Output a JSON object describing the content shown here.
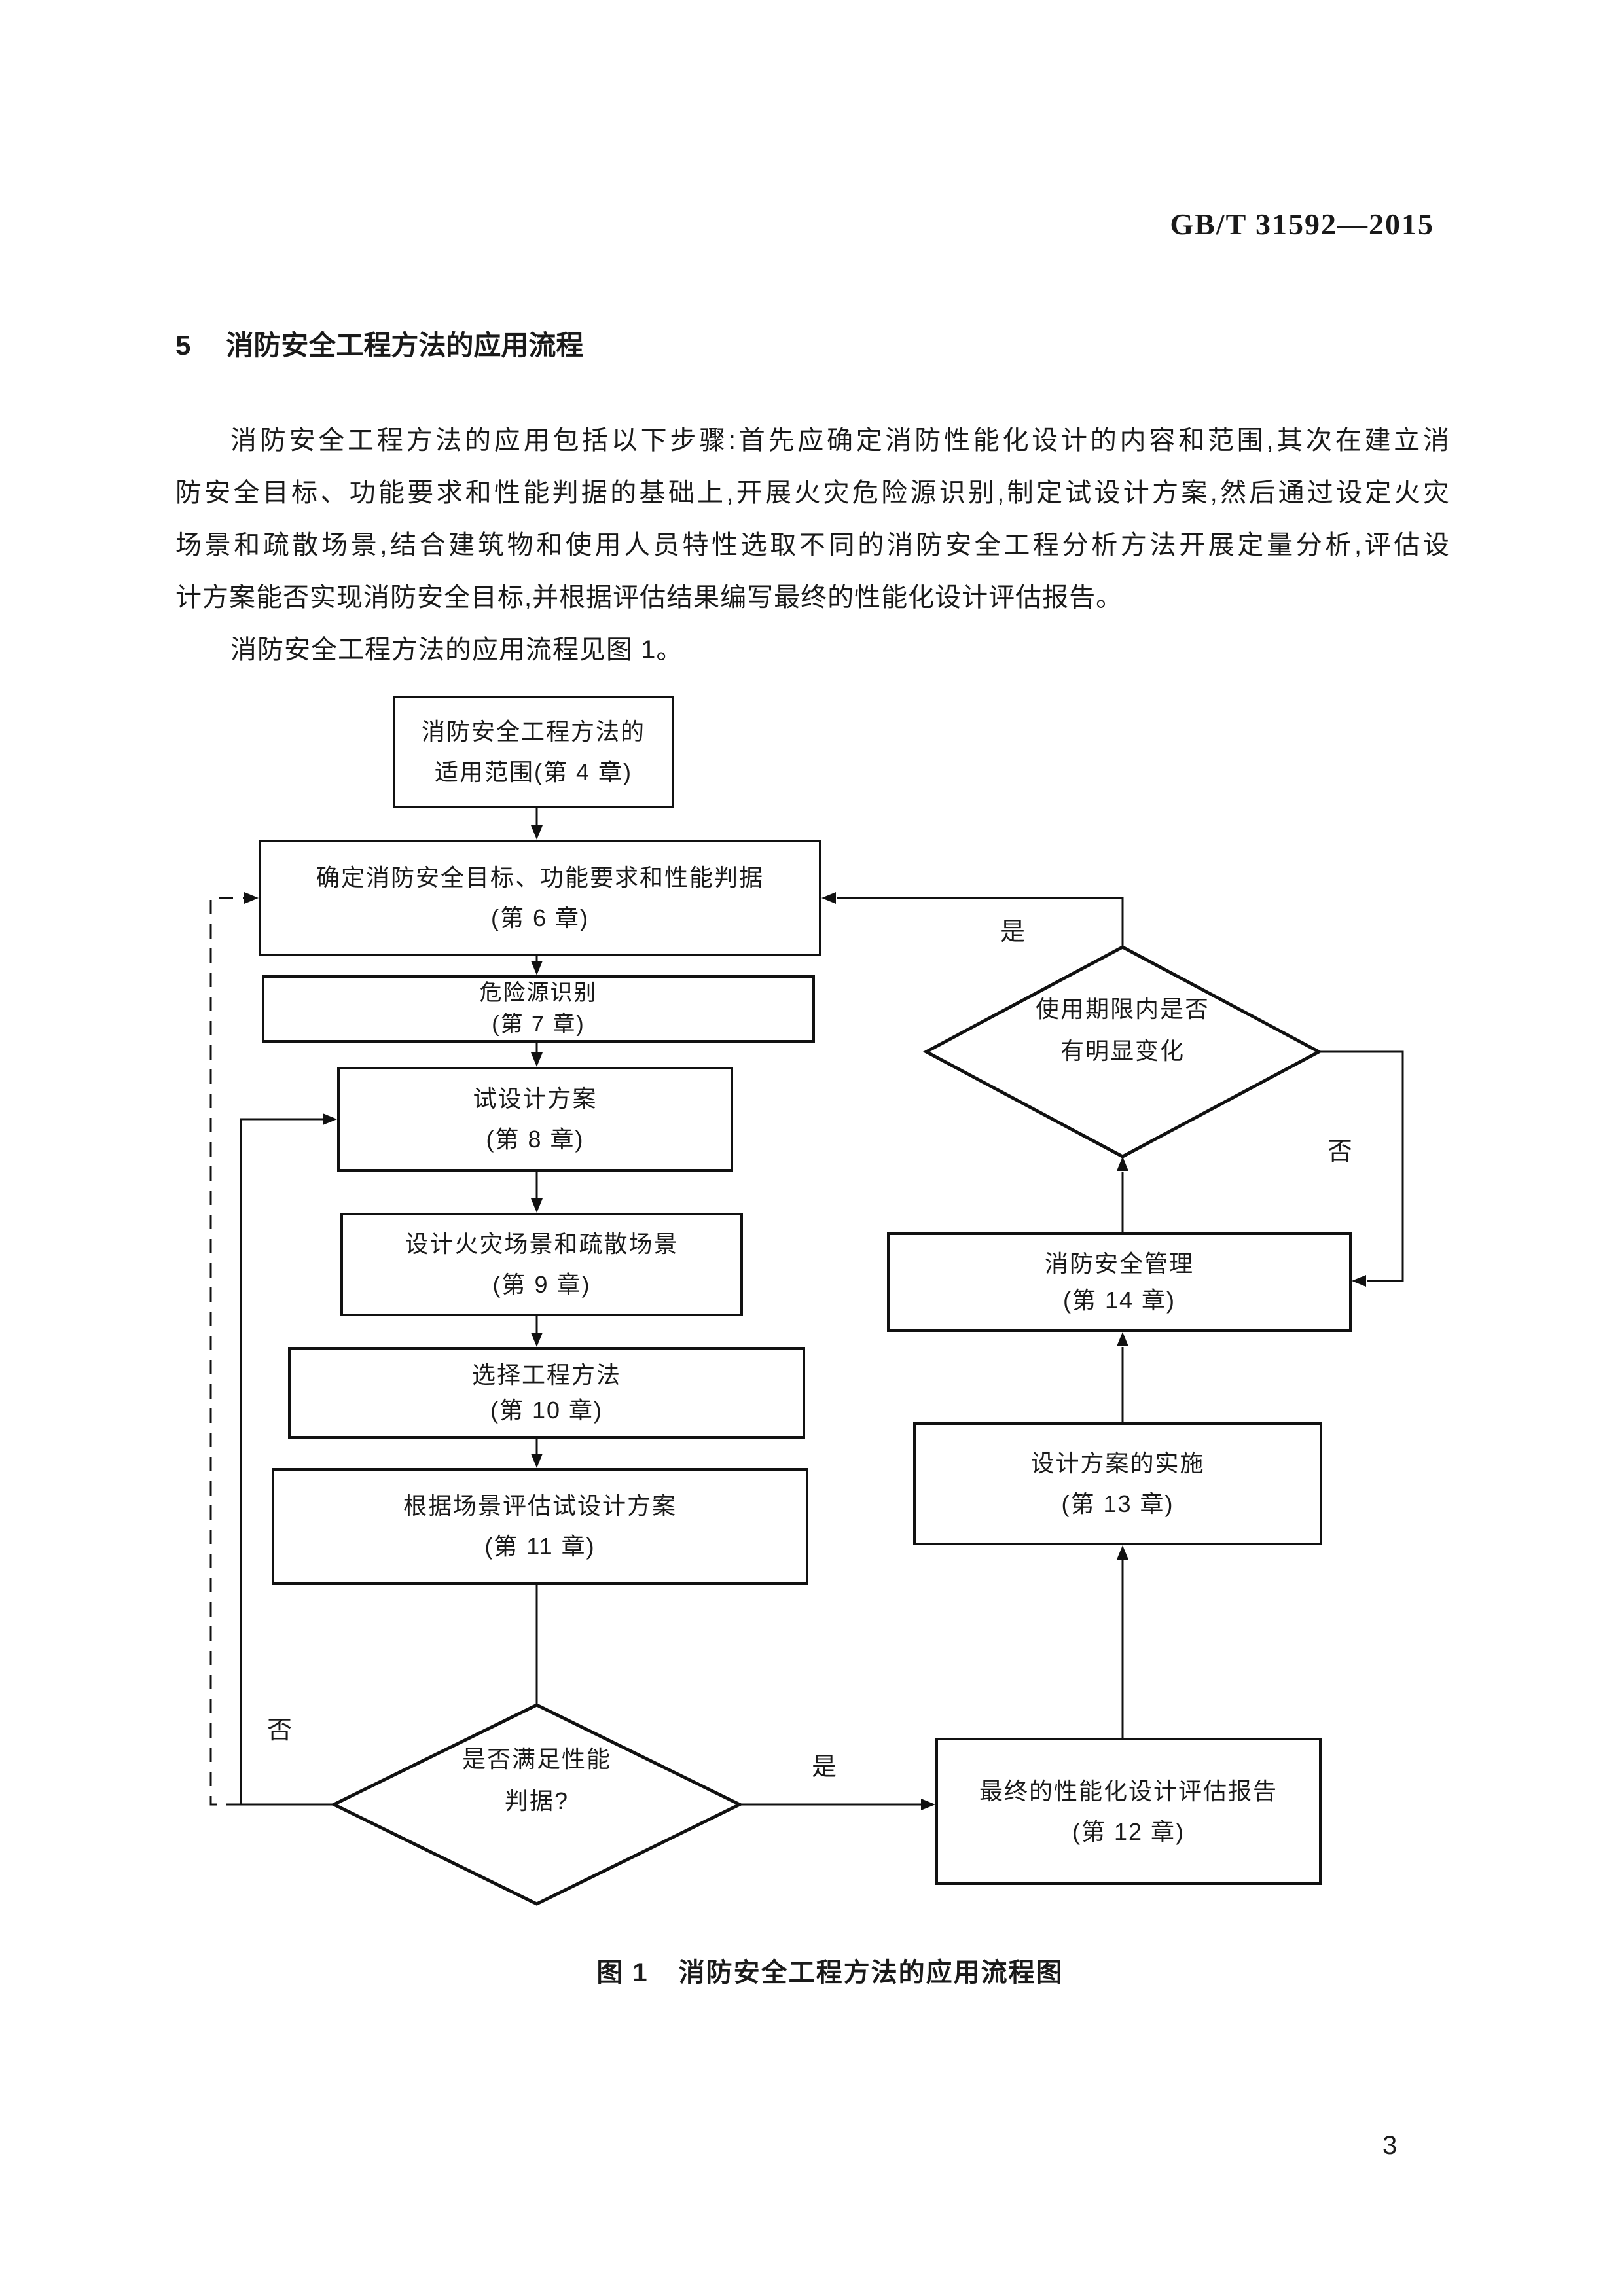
{
  "page": {
    "standard_number": "GB/T 31592—2015",
    "page_number": "3"
  },
  "section": {
    "number": "5",
    "title": "消防安全工程方法的应用流程"
  },
  "paragraph": {
    "lines": [
      "消防安全工程方法的应用包括以下步骤:首先应确定消防性能化设计的内容和范围,其次在建立消",
      "防安全目标、功能要求和性能判据的基础上,开展火灾危险源识别,制定试设计方案,然后通过设定火灾",
      "场景和疏散场景,结合建筑物和使用人员特性选取不同的消防安全工程分析方法开展定量分析,评估设",
      "计方案能否实现消防安全目标,并根据评估结果编写最终的性能化设计评估报告。",
      "消防安全工程方法的应用流程见图 1。"
    ]
  },
  "flowchart": {
    "nodes": {
      "scope": {
        "line1": "消防安全工程方法的",
        "line2": "适用范围(第 4 章)"
      },
      "goals": {
        "line1": "确定消防安全目标、功能要求和性能判据",
        "line2": "(第 6 章)"
      },
      "hazard": {
        "line1": "危险源识别",
        "line2": "(第 7 章)"
      },
      "trial_design": {
        "line1": "试设计方案",
        "line2": "(第 8 章)"
      },
      "scenarios": {
        "line1": "设计火灾场景和疏散场景",
        "line2": "(第 9 章)"
      },
      "select_method": {
        "line1": "选择工程方法",
        "line2": "(第 10 章)"
      },
      "evaluate": {
        "line1": "根据场景评估试设计方案",
        "line2": "(第 11 章)"
      },
      "criteria_check": {
        "line1": "是否满足性能",
        "line2": "判据?"
      },
      "change_check": {
        "line1": "使用期限内是否",
        "line2": "有明显变化"
      },
      "management": {
        "line1": "消防安全管理",
        "line2": "(第 14 章)"
      },
      "implementation": {
        "line1": "设计方案的实施",
        "line2": "(第 13 章)"
      },
      "final_report": {
        "line1": "最终的性能化设计评估报告",
        "line2": "(第 12 章)"
      }
    },
    "labels": {
      "yes_to_goals": "是",
      "no_to_management": "否",
      "no_to_trial": "否",
      "yes_to_report": "是"
    }
  },
  "figure": {
    "label": "图 1",
    "title": "消防安全工程方法的应用流程图"
  },
  "colors": {
    "ink": "#1a1a1a",
    "paper": "#ffffff"
  }
}
